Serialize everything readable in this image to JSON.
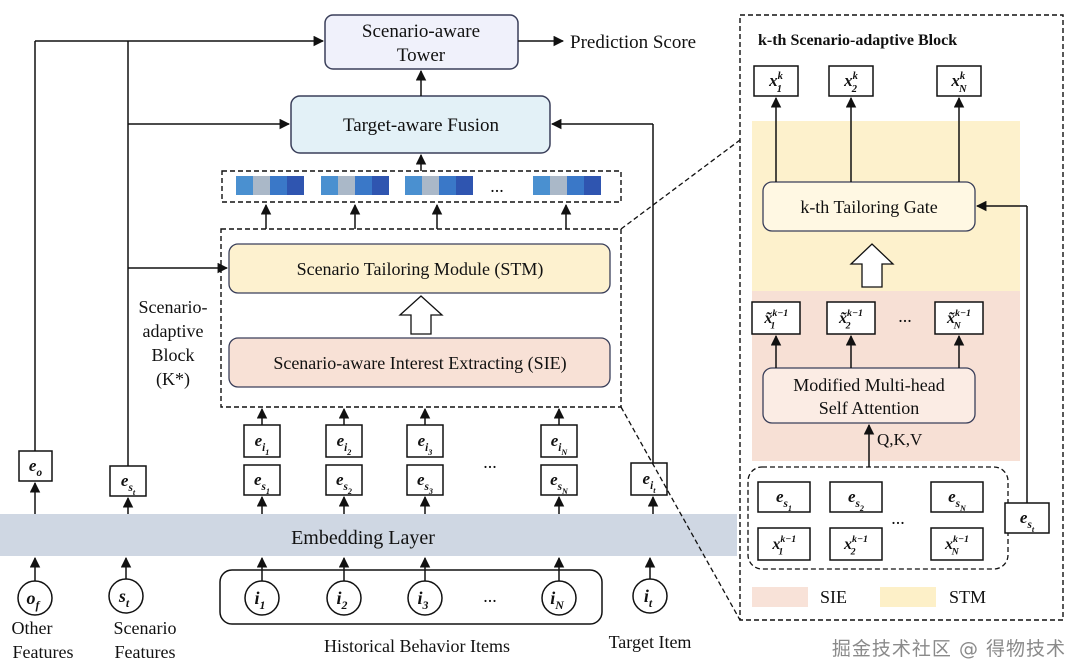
{
  "main": {
    "tower": {
      "line1": "Scenario-aware",
      "line2": "Tower"
    },
    "prediction_score": "Prediction Score",
    "fusion": "Target-aware Fusion",
    "ellipsis": "...",
    "stm": "Scenario Tailoring Module (STM)",
    "sie": "Scenario-aware Interest Extracting (SIE)",
    "block_label": [
      "Scenario-",
      "adaptive",
      "Block",
      "(K*)"
    ],
    "embedding_layer": "Embedding Layer",
    "historical_items": "Historical Behavior Items",
    "other_features": [
      "Other",
      "Features"
    ],
    "scenario_features": [
      "Scenario",
      "Features"
    ],
    "target_item": "Target Item",
    "symbols": {
      "e_o": {
        "base": "e",
        "sub": "o"
      },
      "e_st": {
        "base": "e",
        "sub": "s",
        "subsub": "t"
      },
      "e_it": {
        "base": "e",
        "sub": "i",
        "subsub": "t"
      },
      "o_f": {
        "base": "o",
        "sub": "f"
      },
      "s_t": {
        "base": "s",
        "sub": "t"
      },
      "i_t": {
        "base": "i",
        "sub": "t"
      },
      "e_i": [
        {
          "base": "e",
          "sub": "i",
          "subsub": "1"
        },
        {
          "base": "e",
          "sub": "i",
          "subsub": "2"
        },
        {
          "base": "e",
          "sub": "i",
          "subsub": "3"
        },
        {
          "base": "e",
          "sub": "i",
          "subsub": "N"
        }
      ],
      "e_s": [
        {
          "base": "e",
          "sub": "s",
          "subsub": "1"
        },
        {
          "base": "e",
          "sub": "s",
          "subsub": "2"
        },
        {
          "base": "e",
          "sub": "s",
          "subsub": "3"
        },
        {
          "base": "e",
          "sub": "s",
          "subsub": "N"
        }
      ],
      "i": [
        {
          "base": "i",
          "sub": "1"
        },
        {
          "base": "i",
          "sub": "2"
        },
        {
          "base": "i",
          "sub": "3"
        },
        {
          "base": "i",
          "sub": "N"
        }
      ]
    },
    "vector_colors": [
      "#4a90d0",
      "#aab8c8",
      "#3a78c8",
      "#2f55b0"
    ]
  },
  "detail": {
    "title": "k-th Scenario-adaptive Block",
    "outputs": [
      {
        "base": "x",
        "sub": "1",
        "sup": "k"
      },
      {
        "base": "x",
        "sub": "2",
        "sup": "k"
      },
      {
        "base": "x",
        "sub": "N",
        "sup": "k"
      }
    ],
    "tailoring_gate": "k-th Tailoring Gate",
    "tilde_x": [
      {
        "base": "x̃",
        "sub": "1",
        "sup": "k−1"
      },
      {
        "base": "x̃",
        "sub": "2",
        "sup": "k−1"
      },
      {
        "base": "x̃",
        "sub": "N",
        "sup": "k−1"
      }
    ],
    "attention": {
      "line1": "Modified Multi-head",
      "line2": "Self Attention"
    },
    "qkv": "Q,K,V",
    "inputs_e": [
      {
        "base": "e",
        "sub": "s",
        "subsub": "1"
      },
      {
        "base": "e",
        "sub": "s",
        "subsub": "2"
      },
      {
        "base": "e",
        "sub": "s",
        "subsub": "N"
      }
    ],
    "inputs_x": [
      {
        "base": "x",
        "sub": "1",
        "sup": "k−1"
      },
      {
        "base": "x",
        "sub": "2",
        "sup": "k−1"
      },
      {
        "base": "x",
        "sub": "N",
        "sup": "k−1"
      }
    ],
    "e_st": {
      "base": "e",
      "sub": "s",
      "subsub": "t"
    },
    "ellipsis": "...",
    "legend": [
      {
        "label": "SIE",
        "color": "#f8e2d8"
      },
      {
        "label": "STM",
        "color": "#fdf0c8"
      }
    ]
  },
  "colors": {
    "tower_fill": "#f0f1fb",
    "fusion_fill": "#e3f1f7",
    "stm_fill": "#fdf1cf",
    "sie_fill": "#f8e1d6",
    "embedding_fill": "#cfd7e3",
    "stm_band": "#fdf1cc",
    "sie_band": "#f7e0d5"
  },
  "watermark": "掘金技术社区 @ 得物技术"
}
